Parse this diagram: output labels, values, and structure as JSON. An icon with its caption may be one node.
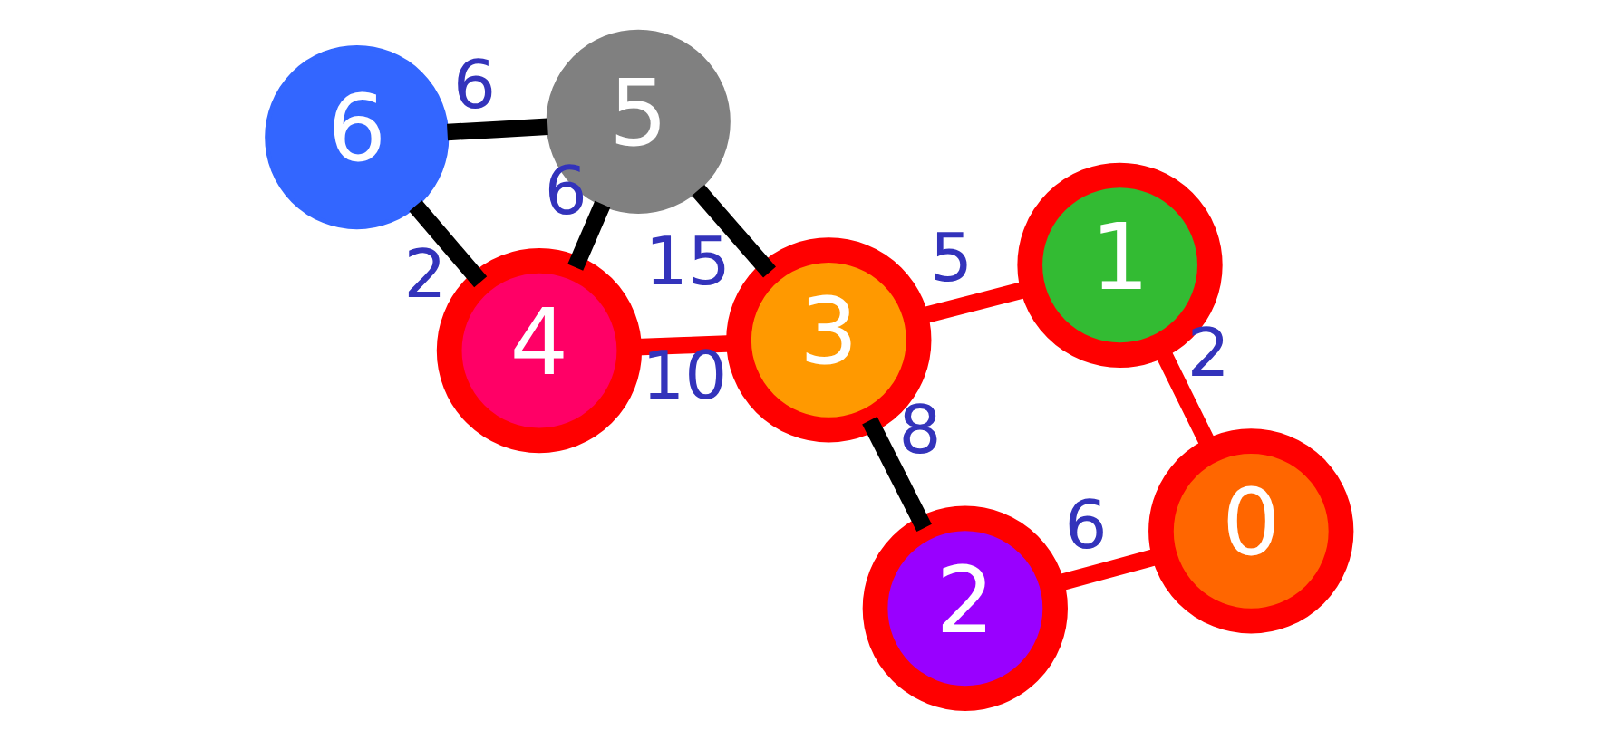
{
  "diagram": {
    "nodes": [
      {
        "text": [
          "0"
        ]
      },
      {
        "text": [
          "1"
        ]
      },
      {
        "text": [
          "2"
        ]
      },
      {
        "text": [
          "3"
        ]
      },
      {
        "text": [
          "4"
        ]
      },
      {
        "text": [
          "5"
        ]
      },
      {
        "text": [
          "6"
        ]
      }
    ],
    "edges": [
      {
        "from": 0,
        "to": 1,
        "arrow": "none",
        "label": "2",
        "color": "#ff0000"
      },
      {
        "from": 1,
        "to": 3,
        "arrow": "none",
        "label": "5",
        "color": "#ff0000"
      },
      {
        "from": 0,
        "to": 2,
        "arrow": "none",
        "label": "6",
        "color": "#ff0000"
      },
      {
        "from": 2,
        "to": 3,
        "arrow": "none",
        "label": "8"
      },
      {
        "from": 3,
        "to": 5,
        "arrow": "none",
        "label": "15"
      },
      {
        "from": 3,
        "to": 4,
        "arrow": "none",
        "label": "10",
        "color": "#ff0000"
      },
      {
        "from": 5,
        "to": 4,
        "arrow": "none",
        "label": "6"
      },
      {
        "from": 5,
        "to": 6,
        "arrow": "none",
        "label": "6"
      },
      {
        "from": 4,
        "to": 6,
        "arrow": "none",
        "label": "2"
      }
    ]
  }
}
